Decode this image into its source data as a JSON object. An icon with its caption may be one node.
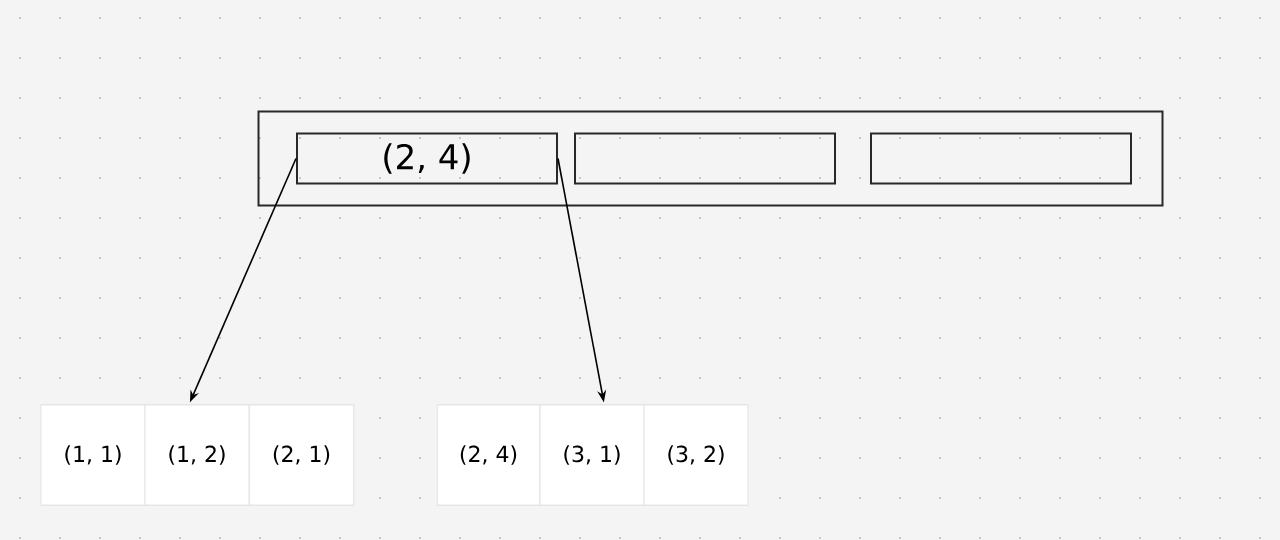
{
  "diagram": {
    "nodes": [
      {
        "text": [],
        "shape": "box"
      },
      {
        "text": [
          "(2, 4)"
        ],
        "in": 0
      },
      {
        "text": [],
        "shape": "box",
        "in": 0
      },
      {
        "text": [],
        "shape": "box",
        "in": 0
      },
      {
        "text": [],
        "shape": "box"
      },
      {
        "text": [
          "(1, 1)"
        ],
        "in": 4
      },
      {
        "text": [
          "(1, 2)"
        ],
        "in": 4
      },
      {
        "text": [
          "(2, 1)"
        ],
        "in": 4
      },
      {
        "text": [],
        "shape": "box"
      },
      {
        "text": [
          "(2, 4)"
        ],
        "in": 8
      },
      {
        "text": [
          "(3, 1)"
        ],
        "in": 8
      },
      {
        "text": [
          "(3, 2)"
        ],
        "in": 8
      }
    ],
    "edges": [
      {
        "from": 1,
        "to": 4,
        "arrow": "to"
      },
      {
        "from": 1,
        "to": 8,
        "arrow": "to"
      }
    ]
  }
}
